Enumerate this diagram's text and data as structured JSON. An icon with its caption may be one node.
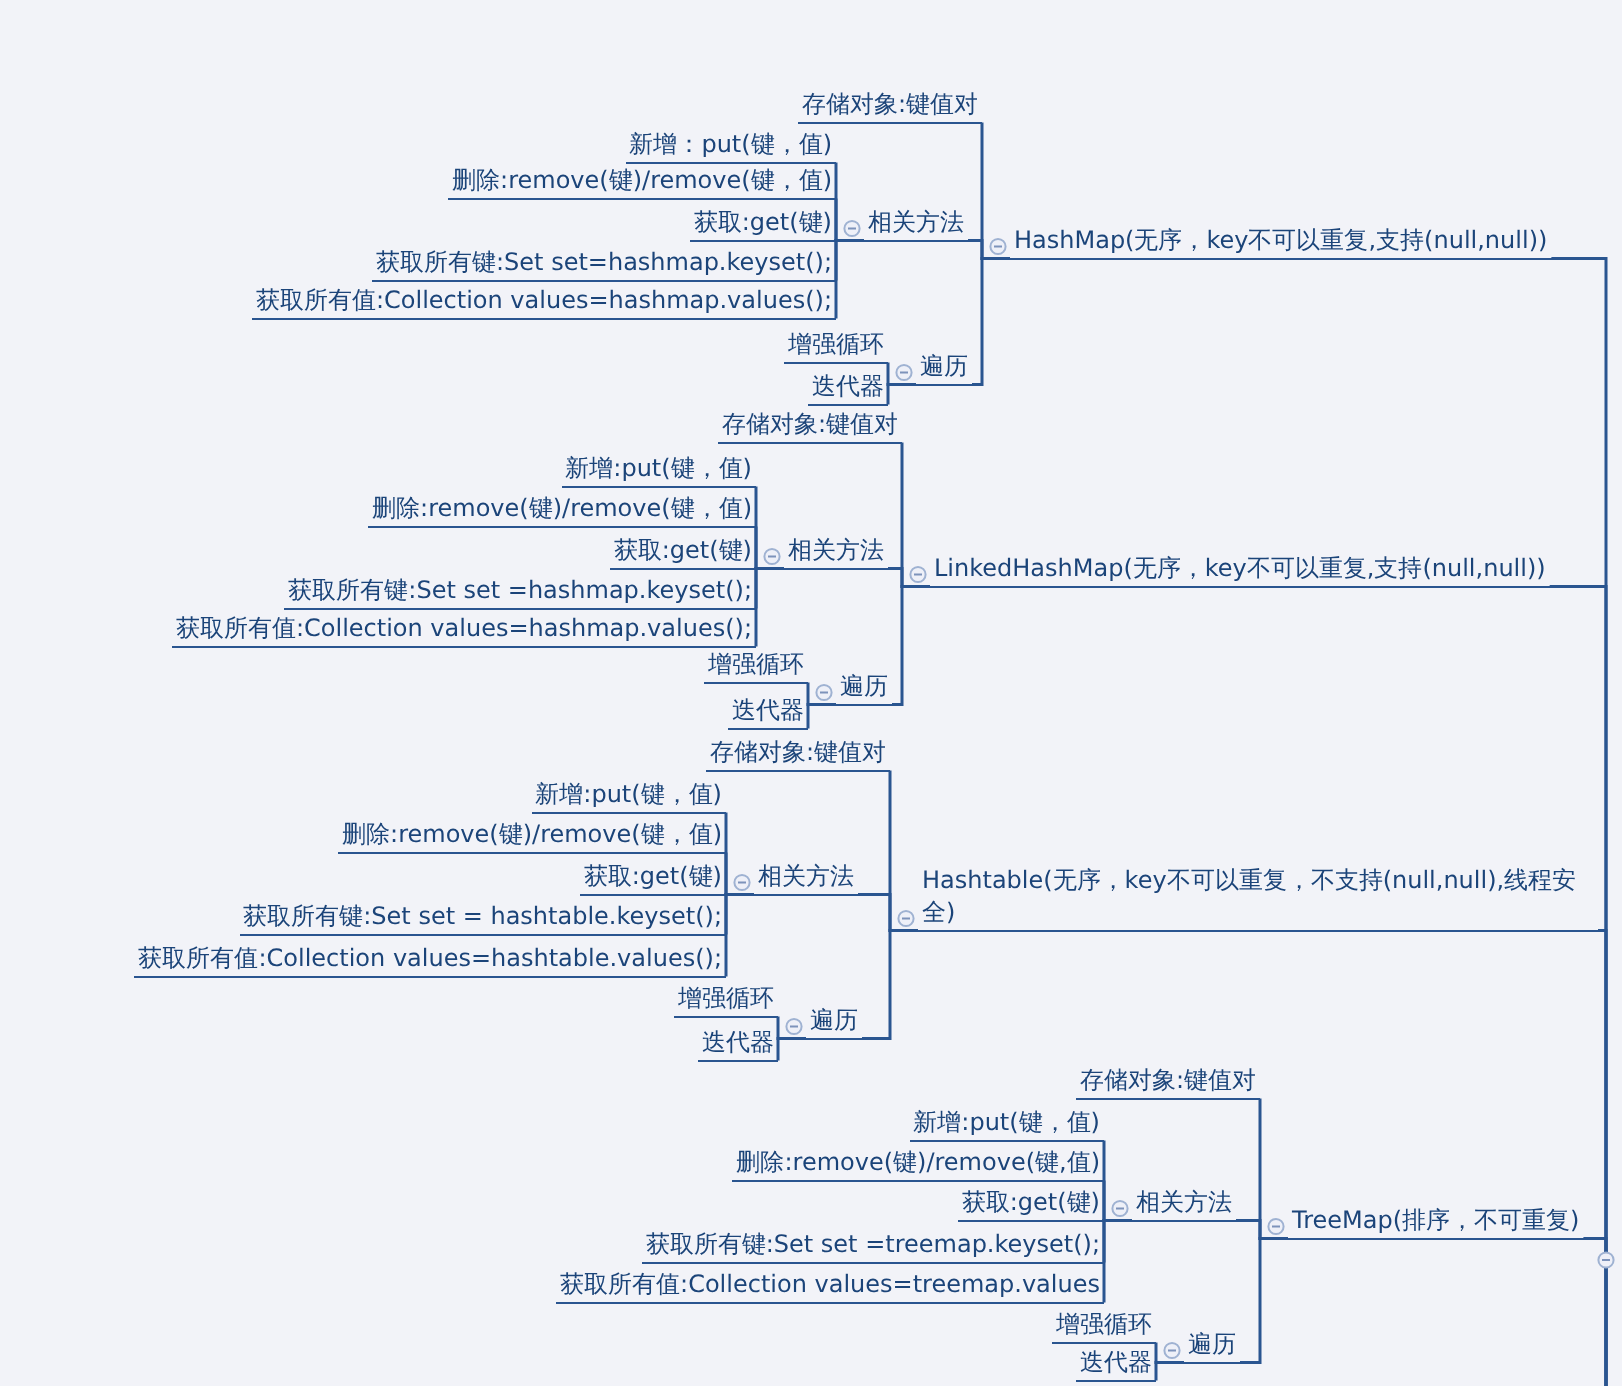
{
  "diagram": {
    "nodes": [
      {
        "text": [
          "HashMap(无序，key不可以重复,支持(null,null))"
        ]
      },
      {
        "text": [
          "存储对象:键值对"
        ]
      },
      {
        "text": [
          "相关方法"
        ]
      },
      {
        "text": [
          "新增：put(键，值)"
        ]
      },
      {
        "text": [
          "删除:remove(键)/remove(键，值)"
        ]
      },
      {
        "text": [
          "获取:get(键)"
        ]
      },
      {
        "text": [
          "获取所有键:Set set=hashmap.keyset();"
        ]
      },
      {
        "text": [
          "获取所有值:Collection values=hashmap.values();"
        ]
      },
      {
        "text": [
          "遍历"
        ]
      },
      {
        "text": [
          "增强循环"
        ]
      },
      {
        "text": [
          "迭代器"
        ]
      },
      {
        "text": [
          "LinkedHashMap(无序，key不可以重复,支持(null,null))"
        ]
      },
      {
        "text": [
          "存储对象:键值对"
        ]
      },
      {
        "text": [
          "相关方法"
        ]
      },
      {
        "text": [
          "新增:put(键，值)"
        ]
      },
      {
        "text": [
          "删除:remove(键)/remove(键，值)"
        ]
      },
      {
        "text": [
          "获取:get(键)"
        ]
      },
      {
        "text": [
          "获取所有键:Set set =hashmap.keyset();"
        ]
      },
      {
        "text": [
          "获取所有值:Collection values=hashmap.values();"
        ]
      },
      {
        "text": [
          "遍历"
        ]
      },
      {
        "text": [
          "增强循环"
        ]
      },
      {
        "text": [
          "迭代器"
        ]
      },
      {
        "text": [
          "Hashtable(无序，key不可以重复，不支持(null,null),线程安全)"
        ]
      },
      {
        "text": [
          "存储对象:键值对"
        ]
      },
      {
        "text": [
          "相关方法"
        ]
      },
      {
        "text": [
          "新增:put(键，值)"
        ]
      },
      {
        "text": [
          "删除:remove(键)/remove(键，值)"
        ]
      },
      {
        "text": [
          "获取:get(键)"
        ]
      },
      {
        "text": [
          "获取所有键:Set set = hashtable.keyset();"
        ]
      },
      {
        "text": [
          "获取所有值:Collection values=hashtable.values();"
        ]
      },
      {
        "text": [
          "遍历"
        ]
      },
      {
        "text": [
          "增强循环"
        ]
      },
      {
        "text": [
          "迭代器"
        ]
      },
      {
        "text": [
          "TreeMap(排序，不可重复)"
        ]
      },
      {
        "text": [
          "存储对象:键值对"
        ]
      },
      {
        "text": [
          "相关方法"
        ]
      },
      {
        "text": [
          "新增:put(键，值)"
        ]
      },
      {
        "text": [
          "删除:remove(键)/remove(键,值)"
        ]
      },
      {
        "text": [
          "获取:get(键)"
        ]
      },
      {
        "text": [
          "获取所有键:Set set =treemap.keyset();"
        ]
      },
      {
        "text": [
          "获取所有值:Collection values=treemap.values"
        ]
      },
      {
        "text": [
          "遍历"
        ]
      },
      {
        "text": [
          "增强循环"
        ]
      },
      {
        "text": [
          "迭代器"
        ]
      }
    ],
    "edges": [
      {
        "from": 0,
        "to": 1,
        "arrow": "none"
      },
      {
        "from": 0,
        "to": 2,
        "arrow": "none"
      },
      {
        "from": 2,
        "to": 3,
        "arrow": "none"
      },
      {
        "from": 2,
        "to": 4,
        "arrow": "none"
      },
      {
        "from": 2,
        "to": 5,
        "arrow": "none"
      },
      {
        "from": 2,
        "to": 6,
        "arrow": "none"
      },
      {
        "from": 2,
        "to": 7,
        "arrow": "none"
      },
      {
        "from": 0,
        "to": 8,
        "arrow": "none"
      },
      {
        "from": 8,
        "to": 9,
        "arrow": "none"
      },
      {
        "from": 8,
        "to": 10,
        "arrow": "none"
      },
      {
        "from": 11,
        "to": 12,
        "arrow": "none"
      },
      {
        "from": 11,
        "to": 13,
        "arrow": "none"
      },
      {
        "from": 13,
        "to": 14,
        "arrow": "none"
      },
      {
        "from": 13,
        "to": 15,
        "arrow": "none"
      },
      {
        "from": 13,
        "to": 16,
        "arrow": "none"
      },
      {
        "from": 13,
        "to": 17,
        "arrow": "none"
      },
      {
        "from": 13,
        "to": 18,
        "arrow": "none"
      },
      {
        "from": 11,
        "to": 19,
        "arrow": "none"
      },
      {
        "from": 19,
        "to": 20,
        "arrow": "none"
      },
      {
        "from": 19,
        "to": 21,
        "arrow": "none"
      },
      {
        "from": 22,
        "to": 23,
        "arrow": "none"
      },
      {
        "from": 22,
        "to": 24,
        "arrow": "none"
      },
      {
        "from": 24,
        "to": 25,
        "arrow": "none"
      },
      {
        "from": 24,
        "to": 26,
        "arrow": "none"
      },
      {
        "from": 24,
        "to": 27,
        "arrow": "none"
      },
      {
        "from": 24,
        "to": 28,
        "arrow": "none"
      },
      {
        "from": 24,
        "to": 29,
        "arrow": "none"
      },
      {
        "from": 22,
        "to": 30,
        "arrow": "none"
      },
      {
        "from": 30,
        "to": 31,
        "arrow": "none"
      },
      {
        "from": 30,
        "to": 32,
        "arrow": "none"
      },
      {
        "from": 33,
        "to": 34,
        "arrow": "none"
      },
      {
        "from": 33,
        "to": 35,
        "arrow": "none"
      },
      {
        "from": 35,
        "to": 36,
        "arrow": "none"
      },
      {
        "from": 35,
        "to": 37,
        "arrow": "none"
      },
      {
        "from": 35,
        "to": 38,
        "arrow": "none"
      },
      {
        "from": 35,
        "to": 39,
        "arrow": "none"
      },
      {
        "from": 35,
        "to": 40,
        "arrow": "none"
      },
      {
        "from": 33,
        "to": 41,
        "arrow": "none"
      },
      {
        "from": 41,
        "to": 42,
        "arrow": "none"
      },
      {
        "from": 41,
        "to": 43,
        "arrow": "none"
      },
      {
        "from": null,
        "to": 0,
        "arrow": "none"
      },
      {
        "from": null,
        "to": 11,
        "arrow": "none"
      },
      {
        "from": null,
        "to": 22,
        "arrow": "none"
      },
      {
        "from": null,
        "to": 33,
        "arrow": "none"
      }
    ]
  }
}
